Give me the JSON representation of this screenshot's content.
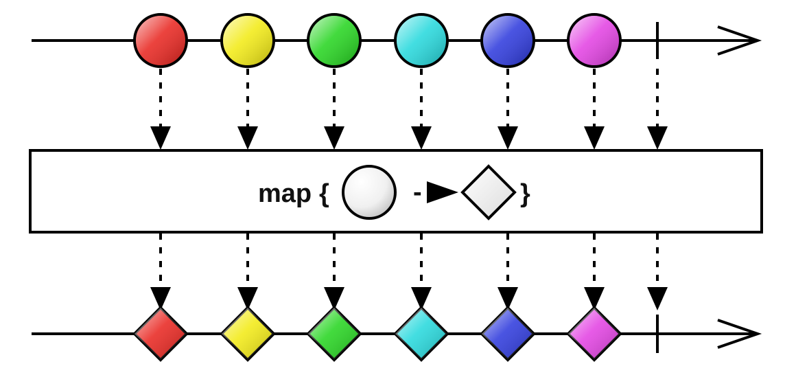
{
  "operator": {
    "name": "map",
    "open_brace": "{",
    "close_brace": "}",
    "arrow_label": "-"
  },
  "input_items": [
    {
      "shape": "circle",
      "color": "#e8221c"
    },
    {
      "shape": "circle",
      "color": "#f2ea10"
    },
    {
      "shape": "circle",
      "color": "#22d41c"
    },
    {
      "shape": "circle",
      "color": "#22d8dc"
    },
    {
      "shape": "circle",
      "color": "#2a36dc"
    },
    {
      "shape": "circle",
      "color": "#e23ee2"
    }
  ],
  "output_items": [
    {
      "shape": "diamond",
      "color": "#e8221c"
    },
    {
      "shape": "diamond",
      "color": "#f2ea10"
    },
    {
      "shape": "diamond",
      "color": "#22d41c"
    },
    {
      "shape": "diamond",
      "color": "#22d8dc"
    },
    {
      "shape": "diamond",
      "color": "#2a36dc"
    },
    {
      "shape": "diamond",
      "color": "#e23ee2"
    }
  ],
  "completion": {
    "shown_on_input": true,
    "shown_on_output": true
  }
}
